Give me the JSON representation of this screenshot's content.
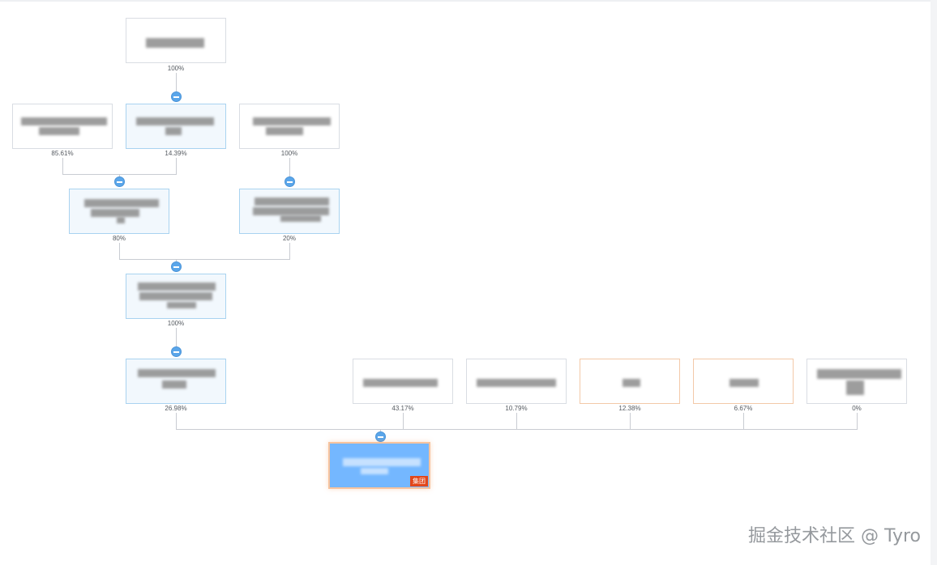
{
  "nodes": {
    "root": {
      "pct": "100%"
    },
    "l2a": {
      "pct": "85.61%"
    },
    "l2b": {
      "pct": "14.39%"
    },
    "l2c": {
      "pct": "100%"
    },
    "l3a": {
      "pct": "80%"
    },
    "l3b": {
      "pct": "20%"
    },
    "l4": {
      "pct": "100%"
    },
    "l5": {
      "pct": "26.98%"
    },
    "s1": {
      "pct": "43.17%"
    },
    "s2": {
      "pct": "10.79%"
    },
    "s3": {
      "pct": "12.38%"
    },
    "s4": {
      "pct": "6.67%"
    },
    "s5": {
      "pct": "0%"
    }
  },
  "target": {
    "tag": "集团"
  },
  "watermark": "掘金技术社区 @ Tyro",
  "colors": {
    "toggle": "#5aa6ea",
    "node_highlight_border": "#a9d3f0",
    "node_orange_border": "#f3c9a8",
    "target_fill": "#74b7ff",
    "tag_fill": "#e2471b"
  }
}
